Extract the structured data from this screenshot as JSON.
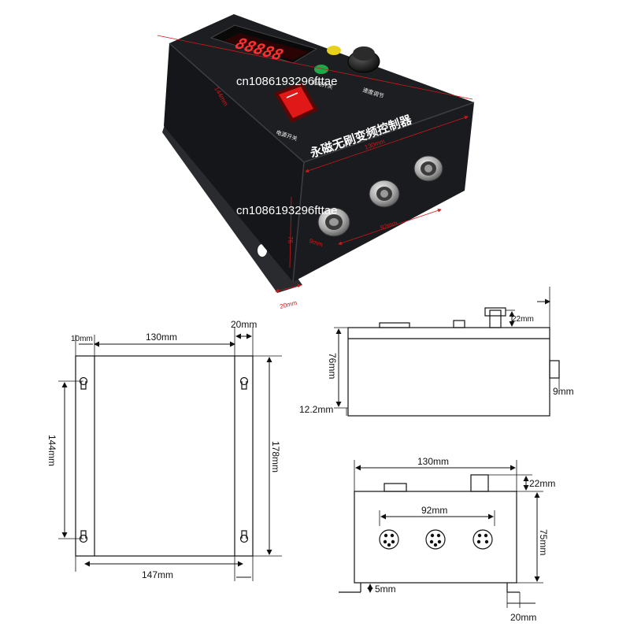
{
  "photo": {
    "title": "永磁无刷变频控制器",
    "led_display": "88888",
    "power_switch_label": "电源开关",
    "start_switch_label": "启动开关",
    "speed_knob_label": "速度调节",
    "watermark": "cn1086193296fttae",
    "dims": {
      "width": "130mm",
      "connector_spacing": "92mm",
      "connector_size": "9mm",
      "flange": "20mm",
      "height": "76",
      "depth": "144mm"
    }
  },
  "front_view": {
    "dims": {
      "left_margin": "10mm",
      "width": "130mm",
      "flange": "20mm",
      "slot_span": "144mm",
      "height": "178mm",
      "base_width": "147mm"
    }
  },
  "side_view": {
    "dims": {
      "top": "22mm",
      "height": "76mm",
      "connector": "9mm",
      "base": "12.2mm"
    }
  },
  "bottom_view": {
    "dims": {
      "width": "130mm",
      "top": "22mm",
      "connector_spacing": "92mm",
      "height": "75mm",
      "foot": "5mm",
      "flange": "20mm"
    }
  },
  "colors": {
    "box": "#1c1d20",
    "panel": "#101114",
    "red_text": "#d01818",
    "switch_red": "#e01818",
    "led_green": "#1fa84a",
    "led_yellow": "#e6d21a"
  }
}
